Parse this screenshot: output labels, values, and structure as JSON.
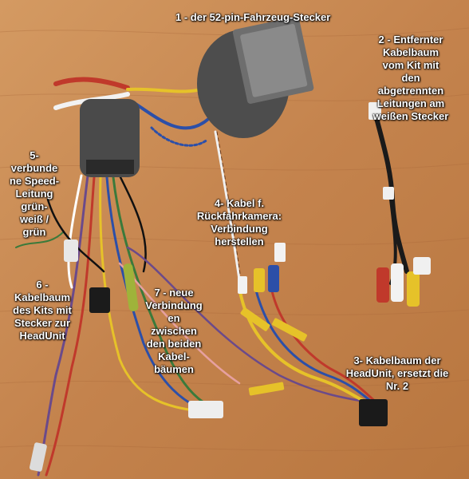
{
  "labels": {
    "l1": "1 - der 52-pin-Fahrzeug-Stecker",
    "l2": "2 - Entfernter\nKabelbaum\nvom Kit mit\nden\nabgetrennten\nLeitungen am\nweißen Stecker",
    "l3": "3- Kabelbaum der\nHeadUnit, ersetzt die\nNr. 2",
    "l4": "4- Kabel f.\nRückfahrkamera:\nVerbindung\nherstellen",
    "l5": "5-\nverbunde\nne Speed-\nLeitung\ngrün-\nweiß /\ngrün",
    "l6": "6 -\nKabelbaum\ndes Kits mit\nStecker zur\nHeadUnit",
    "l7": "7 - neue\nVerbindung\nen\nzwischen\nden beiden\nKabel-\nbäumen"
  },
  "colors": {
    "wood": "#c98a52",
    "foam": "#4a4a4a",
    "wire_red": "#c0392b",
    "wire_yellow": "#e6c229",
    "wire_blue": "#2c4fa8",
    "wire_green": "#3b7a3b",
    "wire_purple": "#6b4a8a"
  }
}
